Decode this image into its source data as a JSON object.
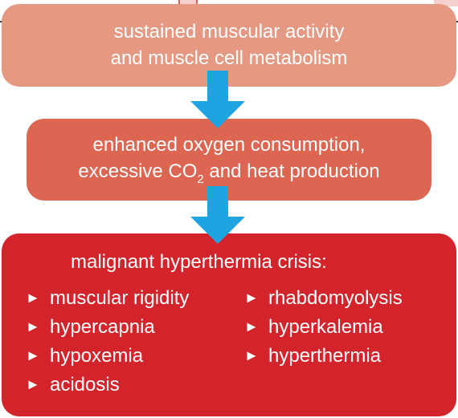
{
  "colors": {
    "box1": "#e59882",
    "box2": "#dd6653",
    "box3": "#d4242b",
    "arrow": "#1ea4e0",
    "text": "#ffffff"
  },
  "box1": {
    "line1": "sustained muscular activity",
    "line2": "and muscle cell metabolism"
  },
  "box2": {
    "line1": "enhanced oxygen consumption,",
    "line2_pre": "excessive CO",
    "line2_sub": "2",
    "line2_post": " and heat production"
  },
  "box3": {
    "title": "malignant hyperthermia crisis:",
    "bullet_icon": "right-pointer-icon",
    "bullet_glyph": "►",
    "left_items": [
      "muscular rigidity",
      "hypercapnia",
      "hypoxemia",
      "acidosis"
    ],
    "right_items": [
      "rhabdomyolysis",
      "hyperkalemia",
      "hyperthermia"
    ]
  }
}
